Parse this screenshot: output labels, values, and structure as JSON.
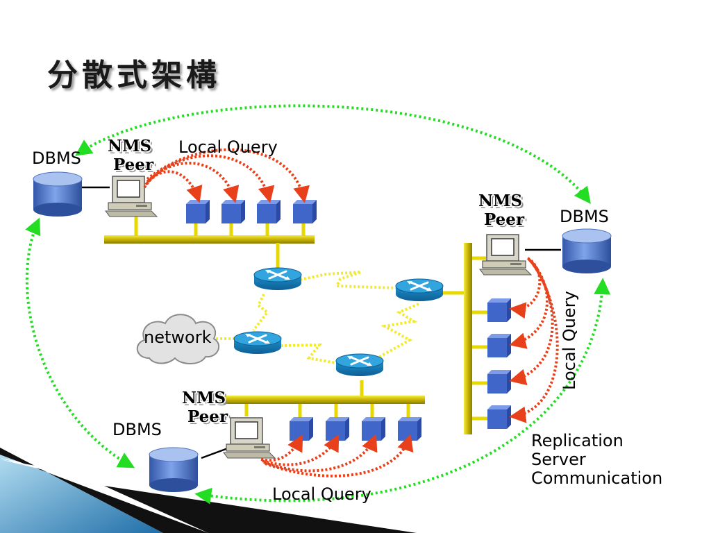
{
  "title": "分散式架構",
  "labels": {
    "dbms": "DBMS",
    "nms": "NMS",
    "peer": "Peer",
    "local_query": "Local Query",
    "network": "network",
    "replication_lines": [
      "Replication",
      "Server",
      "Communication"
    ]
  },
  "colors": {
    "replication_arrows": "#22dd22",
    "local_query_arrows": "#e8401a",
    "bus": "#e0d000",
    "wan_links": "#f2ea2a",
    "router": "#1e8fc8",
    "database": "#4f7ed0",
    "terminal": "#3f66c8"
  },
  "icons": [
    "database-icon",
    "workstation-icon",
    "router-icon",
    "cloud-icon",
    "terminal-icon"
  ]
}
